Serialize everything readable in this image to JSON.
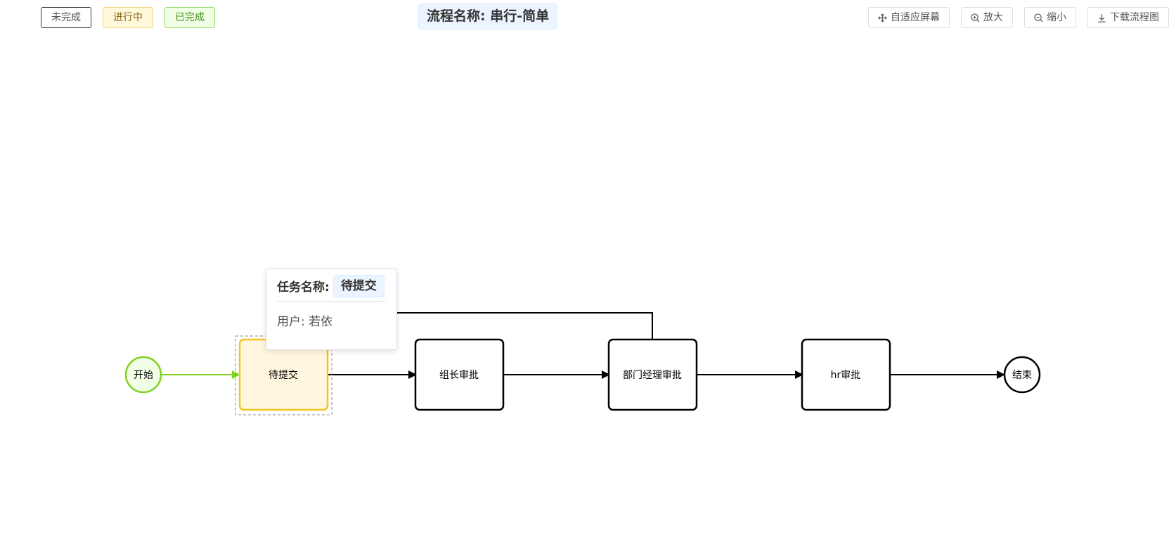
{
  "legend": {
    "todo": "未完成",
    "doing": "进行中",
    "done": "已完成"
  },
  "title": "流程名称: 串行-简单",
  "toolbar": {
    "fit": "自适应屏幕",
    "zoom_in": "放大",
    "zoom_out": "缩小",
    "download": "下载流程图"
  },
  "nodes": {
    "start": "开始",
    "submit": "待提交",
    "leader": "组长审批",
    "manager": "部门经理审批",
    "hr": "hr审批",
    "end": "结束"
  },
  "tooltip": {
    "task_label": "任务名称:",
    "task_value": "待提交",
    "user": "用户: 若依"
  },
  "colors": {
    "done": "#7ed321",
    "doing_border": "#f5c41f",
    "doing_fill": "#fff7dd",
    "todo": "#000000"
  }
}
